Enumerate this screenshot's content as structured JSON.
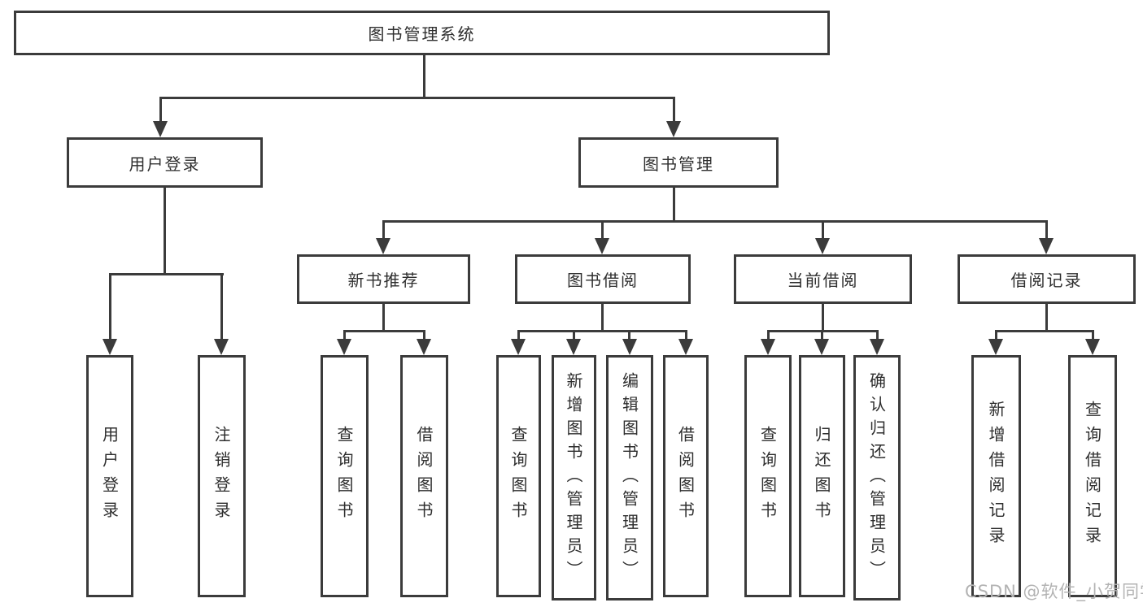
{
  "diagram": {
    "title": "图书管理系统",
    "watermark": "CSDN @软件_小贺同学",
    "colors": {
      "line": "#3b3b3b",
      "text": "#2e2e2e",
      "background": "#ffffff",
      "watermark": "#b3b3b3"
    },
    "nodes": {
      "root": {
        "label": "图书管理系统"
      },
      "user_login": {
        "label": "用户登录"
      },
      "book_mgmt": {
        "label": "图书管理"
      },
      "new_book_rec": {
        "label": "新书推荐"
      },
      "book_borrow": {
        "label": "图书借阅"
      },
      "current_borrow": {
        "label": "当前借阅"
      },
      "borrow_records": {
        "label": "借阅记录"
      },
      "leaf_user_login": {
        "label": "用户登录"
      },
      "leaf_logout": {
        "label": "注销登录"
      },
      "leaf_query_book_1": {
        "label": "查询图书"
      },
      "leaf_borrow_book_1": {
        "label": "借阅图书"
      },
      "leaf_query_book_2": {
        "label": "查询图书"
      },
      "leaf_add_book": {
        "label": "新增图书（管理员）"
      },
      "leaf_edit_book": {
        "label": "编辑图书（管理员）"
      },
      "leaf_borrow_book_2": {
        "label": "借阅图书"
      },
      "leaf_query_book_3": {
        "label": "查询图书"
      },
      "leaf_return_book": {
        "label": "归还图书"
      },
      "leaf_confirm_return": {
        "label": "确认归还（管理员）"
      },
      "leaf_add_record": {
        "label": "新增借阅记录"
      },
      "leaf_query_record": {
        "label": "查询借阅记录"
      }
    },
    "edges": [
      [
        "root",
        "user_login"
      ],
      [
        "root",
        "book_mgmt"
      ],
      [
        "user_login",
        "leaf_user_login"
      ],
      [
        "user_login",
        "leaf_logout"
      ],
      [
        "book_mgmt",
        "new_book_rec"
      ],
      [
        "book_mgmt",
        "book_borrow"
      ],
      [
        "book_mgmt",
        "current_borrow"
      ],
      [
        "book_mgmt",
        "borrow_records"
      ],
      [
        "new_book_rec",
        "leaf_query_book_1"
      ],
      [
        "new_book_rec",
        "leaf_borrow_book_1"
      ],
      [
        "book_borrow",
        "leaf_query_book_2"
      ],
      [
        "book_borrow",
        "leaf_add_book"
      ],
      [
        "book_borrow",
        "leaf_edit_book"
      ],
      [
        "book_borrow",
        "leaf_borrow_book_2"
      ],
      [
        "current_borrow",
        "leaf_query_book_3"
      ],
      [
        "current_borrow",
        "leaf_return_book"
      ],
      [
        "current_borrow",
        "leaf_confirm_return"
      ],
      [
        "borrow_records",
        "leaf_add_record"
      ],
      [
        "borrow_records",
        "leaf_query_record"
      ]
    ]
  }
}
